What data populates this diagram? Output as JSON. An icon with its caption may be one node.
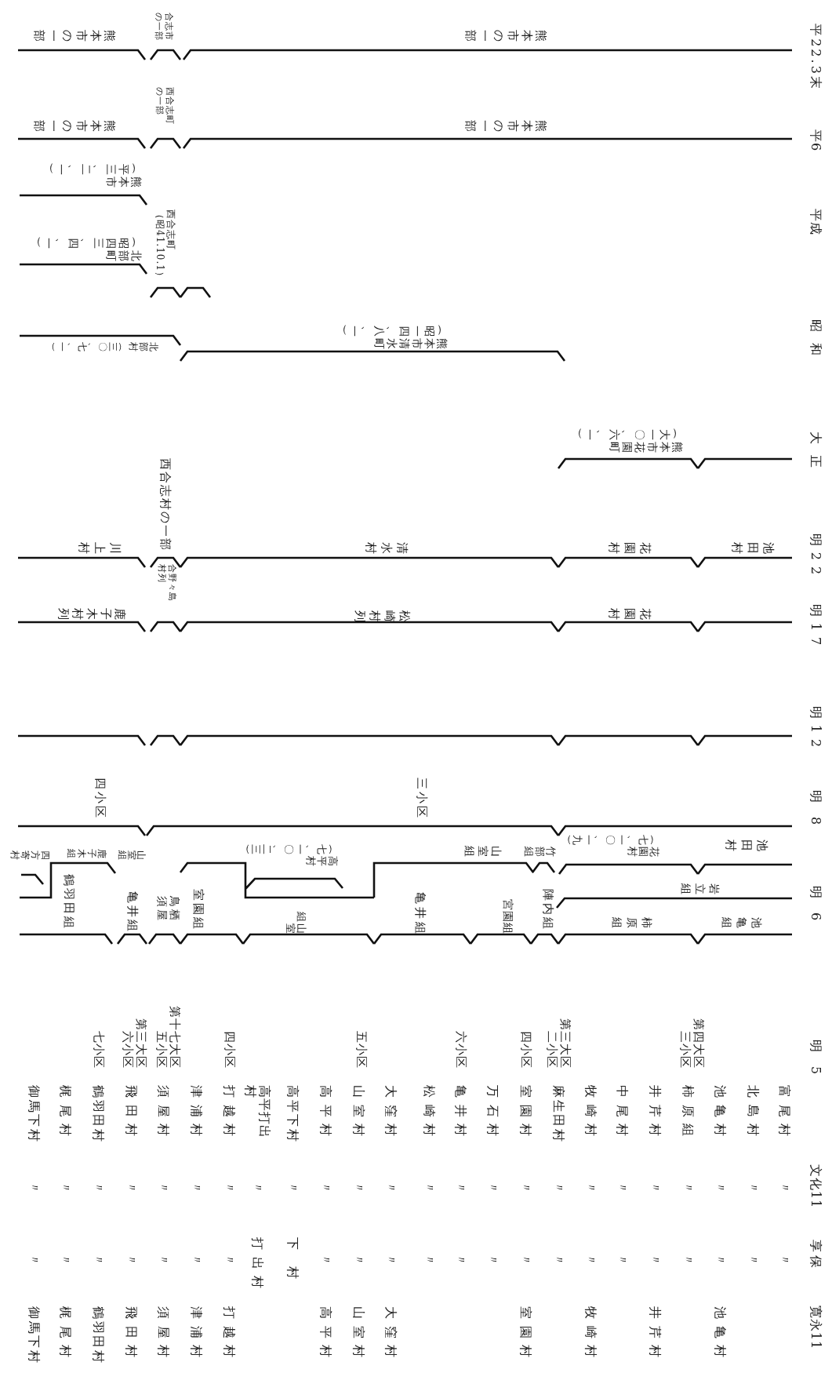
{
  "diagram": {
    "labels": [
      "平22.3末",
      "熊本市の一部",
      "合志市の一部",
      "熊本市の一部",
      "平6",
      "熊本市の一部",
      "西合志町の一部",
      "熊本市の一部",
      "平成",
      "熊本市（平三、二、一）",
      "北部町（昭四三、四、一）",
      "西合志町（昭41.10.1）",
      "昭和",
      "熊本市清水町（昭一四、八、一）",
      "北部村（三〇、七、一）",
      "大正",
      "熊本市花園町（大一〇、六、一）",
      "明22",
      "池田村",
      "花園村",
      "清水村",
      "西合志村の一部",
      "川上村",
      "明17",
      "花園村",
      "松崎村列",
      "合野々島村列",
      "鹿子木村列",
      "明12",
      "明8",
      "三小区",
      "四小区",
      "池田村",
      "花園村（七、一〇、一九）",
      "竹部組",
      "山室組",
      "高平村（七、一〇、二三）",
      "山室組",
      "鹿子木組",
      "四方寄村",
      "岩立組",
      "鶴羽田組",
      "明6",
      "池亀組",
      "柿原組",
      "陣内組",
      "宮園組",
      "亀井組",
      "山室組",
      "室園組",
      "鳥栖須屋",
      "亀井組",
      "明5",
      "第四大区三小区",
      "第三大区二小区",
      "四小区",
      "六小区",
      "五小区",
      "四小区",
      "第十七大区五小区",
      "第三大区六小区",
      "七小区",
      "富尾村",
      "北島村",
      "池亀村",
      "柿原組",
      "井芹村",
      "中尾村",
      "牧崎村",
      "麻生田村",
      "室園村",
      "万石村",
      "亀井村",
      "松崎村",
      "大窪村",
      "山室村",
      "高平村",
      "高平下村",
      "高平打出村",
      "打越村",
      "津浦村",
      "須屋村",
      "飛田村",
      "鶴羽田村",
      "梶尾村",
      "御馬下村",
      "文化11",
      "〃",
      "〃",
      "〃",
      "〃",
      "〃",
      "〃",
      "〃",
      "〃",
      "〃",
      "〃",
      "〃",
      "〃",
      "〃",
      "〃",
      "〃",
      "〃",
      "〃",
      "〃",
      "〃",
      "〃",
      "〃",
      "〃",
      "〃",
      "〃",
      "享保",
      "〃",
      "〃",
      "〃",
      "〃",
      "〃",
      "〃",
      "〃",
      "〃",
      "〃",
      "〃",
      "〃",
      "〃",
      "〃",
      "〃",
      "〃",
      "下村",
      "打出村",
      "〃",
      "〃",
      "〃",
      "〃",
      "〃",
      "〃",
      "〃",
      "寛永11",
      "池亀村",
      "井芹村",
      "牧崎村",
      "室園村",
      "大窪村",
      "山室村",
      "高平村",
      "打越村",
      "津浦村",
      "須屋村",
      "飛田村",
      "鶴羽田村",
      "梶尾村",
      "御馬下村"
    ]
  }
}
